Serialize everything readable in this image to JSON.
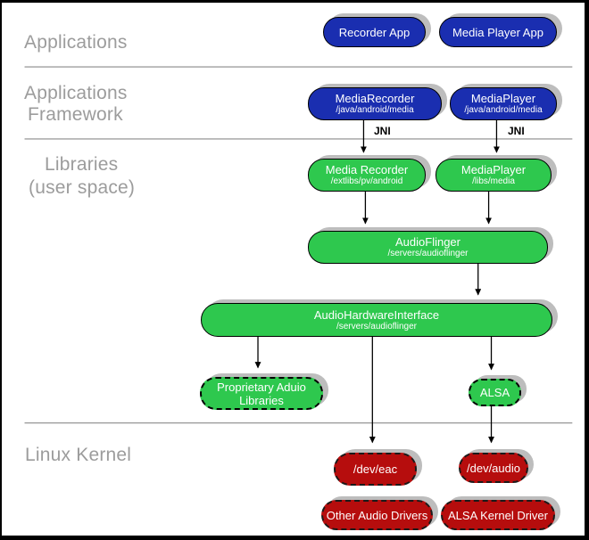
{
  "diagram_title": "Android audio system architecture diagram",
  "colors": {
    "blue": "#1a2eb0",
    "green": "#2ec84e",
    "red": "#b60d0d",
    "shadow": "#bdbdbd",
    "label_gray": "#9c9c9c",
    "divider": "#8a8a8a"
  },
  "sections": {
    "applications": "Applications",
    "framework_line1": "Applications",
    "framework_line2": "Framework",
    "libraries_line1": "Libraries",
    "libraries_line2": "(user space)",
    "kernel": "Linux Kernel"
  },
  "annotations": {
    "jni_left": "JNI",
    "jni_right": "JNI"
  },
  "nodes": {
    "recorder_app": {
      "label": "Recorder App"
    },
    "media_player_app": {
      "label": "Media Player App"
    },
    "media_recorder_fw": {
      "label": "MediaRecorder",
      "sublabel": "/java/android/media"
    },
    "media_player_fw": {
      "label": "MediaPlayer",
      "sublabel": "/java/android/media"
    },
    "media_recorder_lib": {
      "label": "Media Recorder",
      "sublabel": "/extlibs/pv/android"
    },
    "media_player_lib": {
      "label": "MediaPlayer",
      "sublabel": "/libs/media"
    },
    "audio_flinger": {
      "label": "AudioFlinger",
      "sublabel": "/servers/audioflinger"
    },
    "audio_hw_interface": {
      "label": "AudioHardwareInterface",
      "sublabel": "/servers/audioflinger"
    },
    "proprietary_audio": {
      "label": "Proprietary Aduio Libraries"
    },
    "alsa": {
      "label": "ALSA"
    },
    "dev_eac": {
      "label": "/dev/eac"
    },
    "dev_audio": {
      "label": "/dev/audio"
    },
    "other_audio_drivers": {
      "label": "Other Audio Drivers"
    },
    "alsa_kernel_driver": {
      "label": "ALSA Kernel Driver"
    }
  }
}
